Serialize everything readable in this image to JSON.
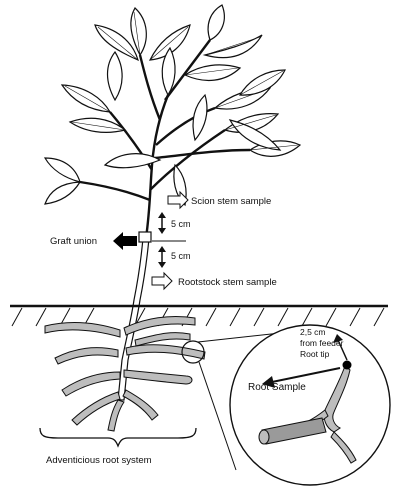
{
  "labels": {
    "scion_sample": "Scion stem sample",
    "five_cm_upper": "5 cm",
    "graft_union": "Graft union",
    "five_cm_lower": "5 cm",
    "rootstock_sample": "Rootstock stem sample",
    "distance_line1": "2,5 cm",
    "distance_line2": "from feeder",
    "distance_line3": "Root tip",
    "root_sample": "Root Sample",
    "adventicious": "Adventicious root system"
  },
  "colors": {
    "ink": "#111111",
    "leaf_fill": "#ffffff",
    "root_fill": "#bdbdbd",
    "root_sample_fill": "#9a9a9a",
    "graft_arrow": "#000000"
  }
}
